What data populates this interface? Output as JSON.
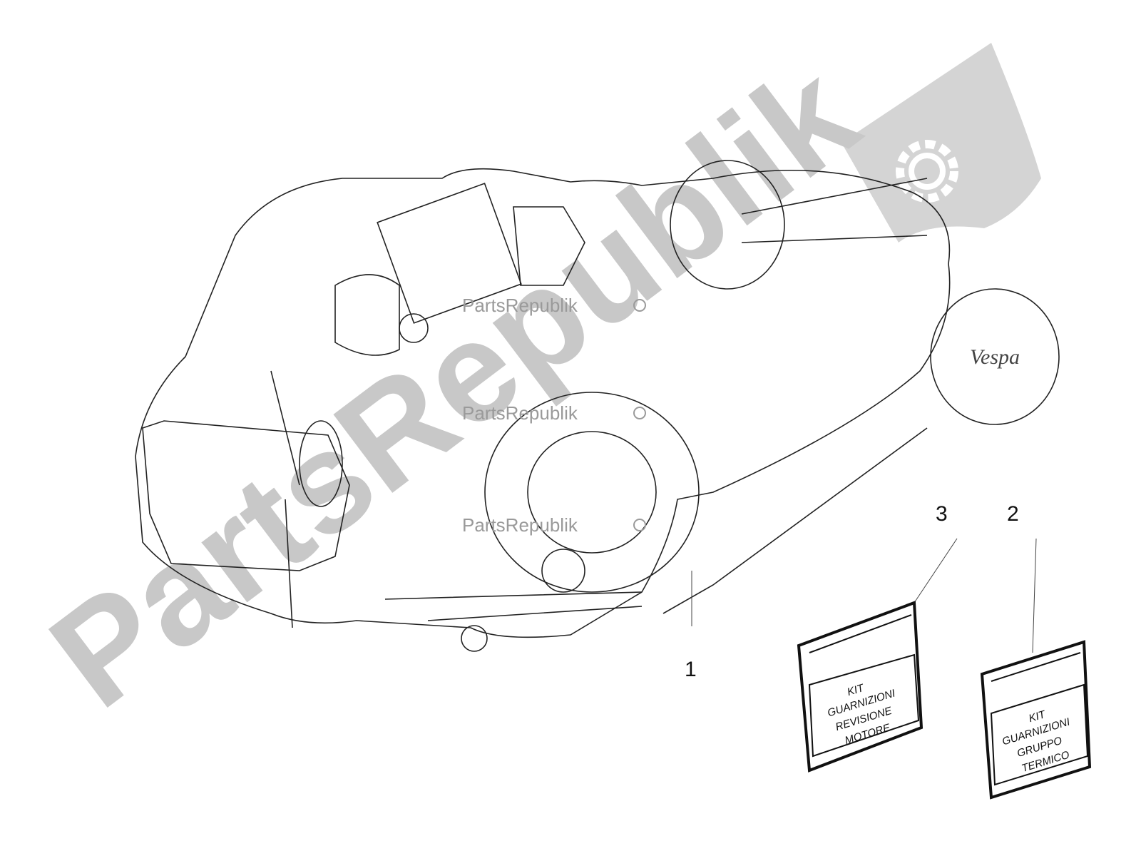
{
  "watermark": {
    "brand": "PartsRepublik",
    "small_label": "PartsRepublik",
    "color": "#c8c8c8",
    "icon": "gear-icon"
  },
  "callouts": [
    {
      "number": "1",
      "part": "engine-assembly"
    },
    {
      "number": "3",
      "part": "engine-overhaul-gasket-kit"
    },
    {
      "number": "2",
      "part": "cylinder-gasket-kit"
    }
  ],
  "bags": [
    {
      "callout": "3",
      "lines": [
        "KIT",
        "GUARNIZIONI",
        "REVISIONE",
        "MOTORE"
      ]
    },
    {
      "callout": "2",
      "lines": [
        "KIT",
        "GUARNIZIONI",
        "GRUPPO",
        "TERMICO"
      ]
    }
  ],
  "engine_logo": "Vespa"
}
